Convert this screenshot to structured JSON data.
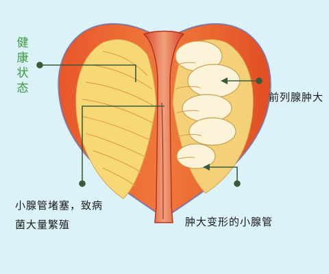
{
  "labels": {
    "healthy": "健康状态",
    "enlarged_prostate": "前列腺肿大",
    "blocked_ducts_line1": "小腺管堵塞，致病",
    "blocked_ducts_line2": "菌大量繁殖",
    "deformed_ducts": "肿大变形的小腺管"
  },
  "colors": {
    "background": "#daf2f8",
    "capsule": "#e05a28",
    "gland_yellow": "#f7d877",
    "gland_cream": "#fbf3d8",
    "urethra": "#cf3e2a",
    "edge_line": "#7088c8",
    "pointer": "#3a5a3a",
    "healthy_text": "#3d9a3c"
  }
}
